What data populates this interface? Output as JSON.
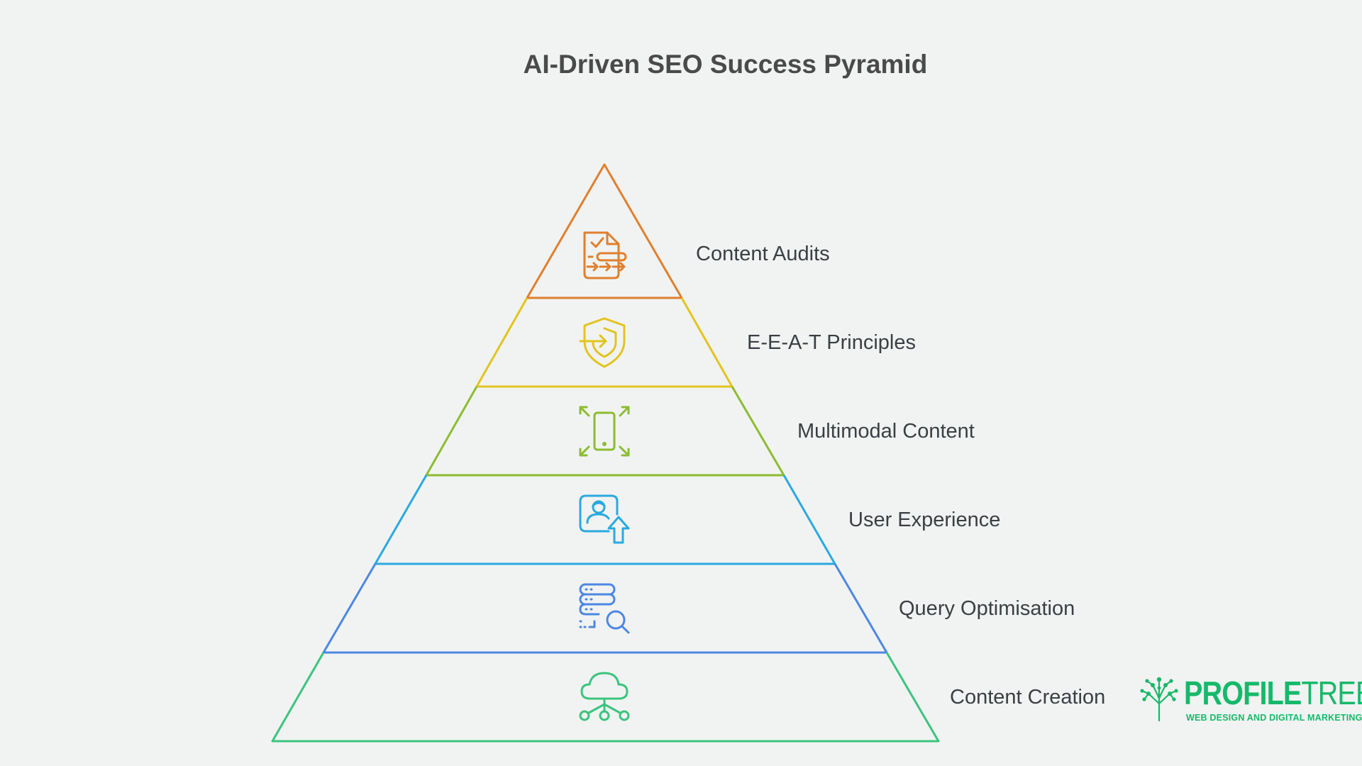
{
  "title": "AI-Driven SEO Success Pyramid",
  "levels": [
    {
      "label": "Content Audits",
      "icon": "document-checklist-icon",
      "color": "#e07f2e"
    },
    {
      "label": "E-E-A-T Principles",
      "icon": "shield-login-icon",
      "color": "#e2c41f"
    },
    {
      "label": "Multimodal Content",
      "icon": "mobile-expand-icon",
      "color": "#8cbc32"
    },
    {
      "label": "User Experience",
      "icon": "user-upload-icon",
      "color": "#2aa9e0"
    },
    {
      "label": "Query Optimisation",
      "icon": "database-search-icon",
      "color": "#4d87e3"
    },
    {
      "label": "Content Creation",
      "icon": "cloud-network-icon",
      "color": "#3cc47e"
    }
  ],
  "logo": {
    "brand_strong": "PROFILE",
    "brand_light": "TREE",
    "tagline": "WEB DESIGN AND DIGITAL MARKETING",
    "color": "#16b96a"
  }
}
